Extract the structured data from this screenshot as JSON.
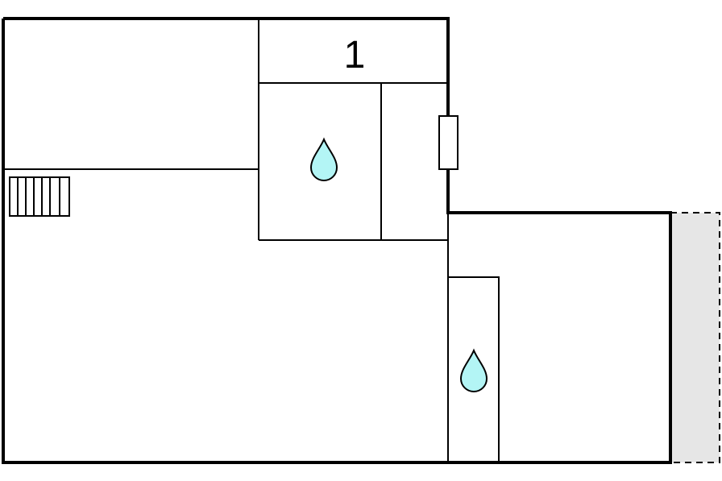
{
  "floor_plan": {
    "rooms": [
      {
        "id": "room-1",
        "label": "1"
      }
    ],
    "water_fixtures": [
      {
        "id": "water-drop-1",
        "icon": "water-drop-icon"
      },
      {
        "id": "water-drop-2",
        "icon": "water-drop-icon"
      }
    ],
    "colors": {
      "wall": "#000000",
      "water": "#b3f5f5",
      "terrace": "#e6e6e6",
      "background": "#ffffff"
    }
  }
}
